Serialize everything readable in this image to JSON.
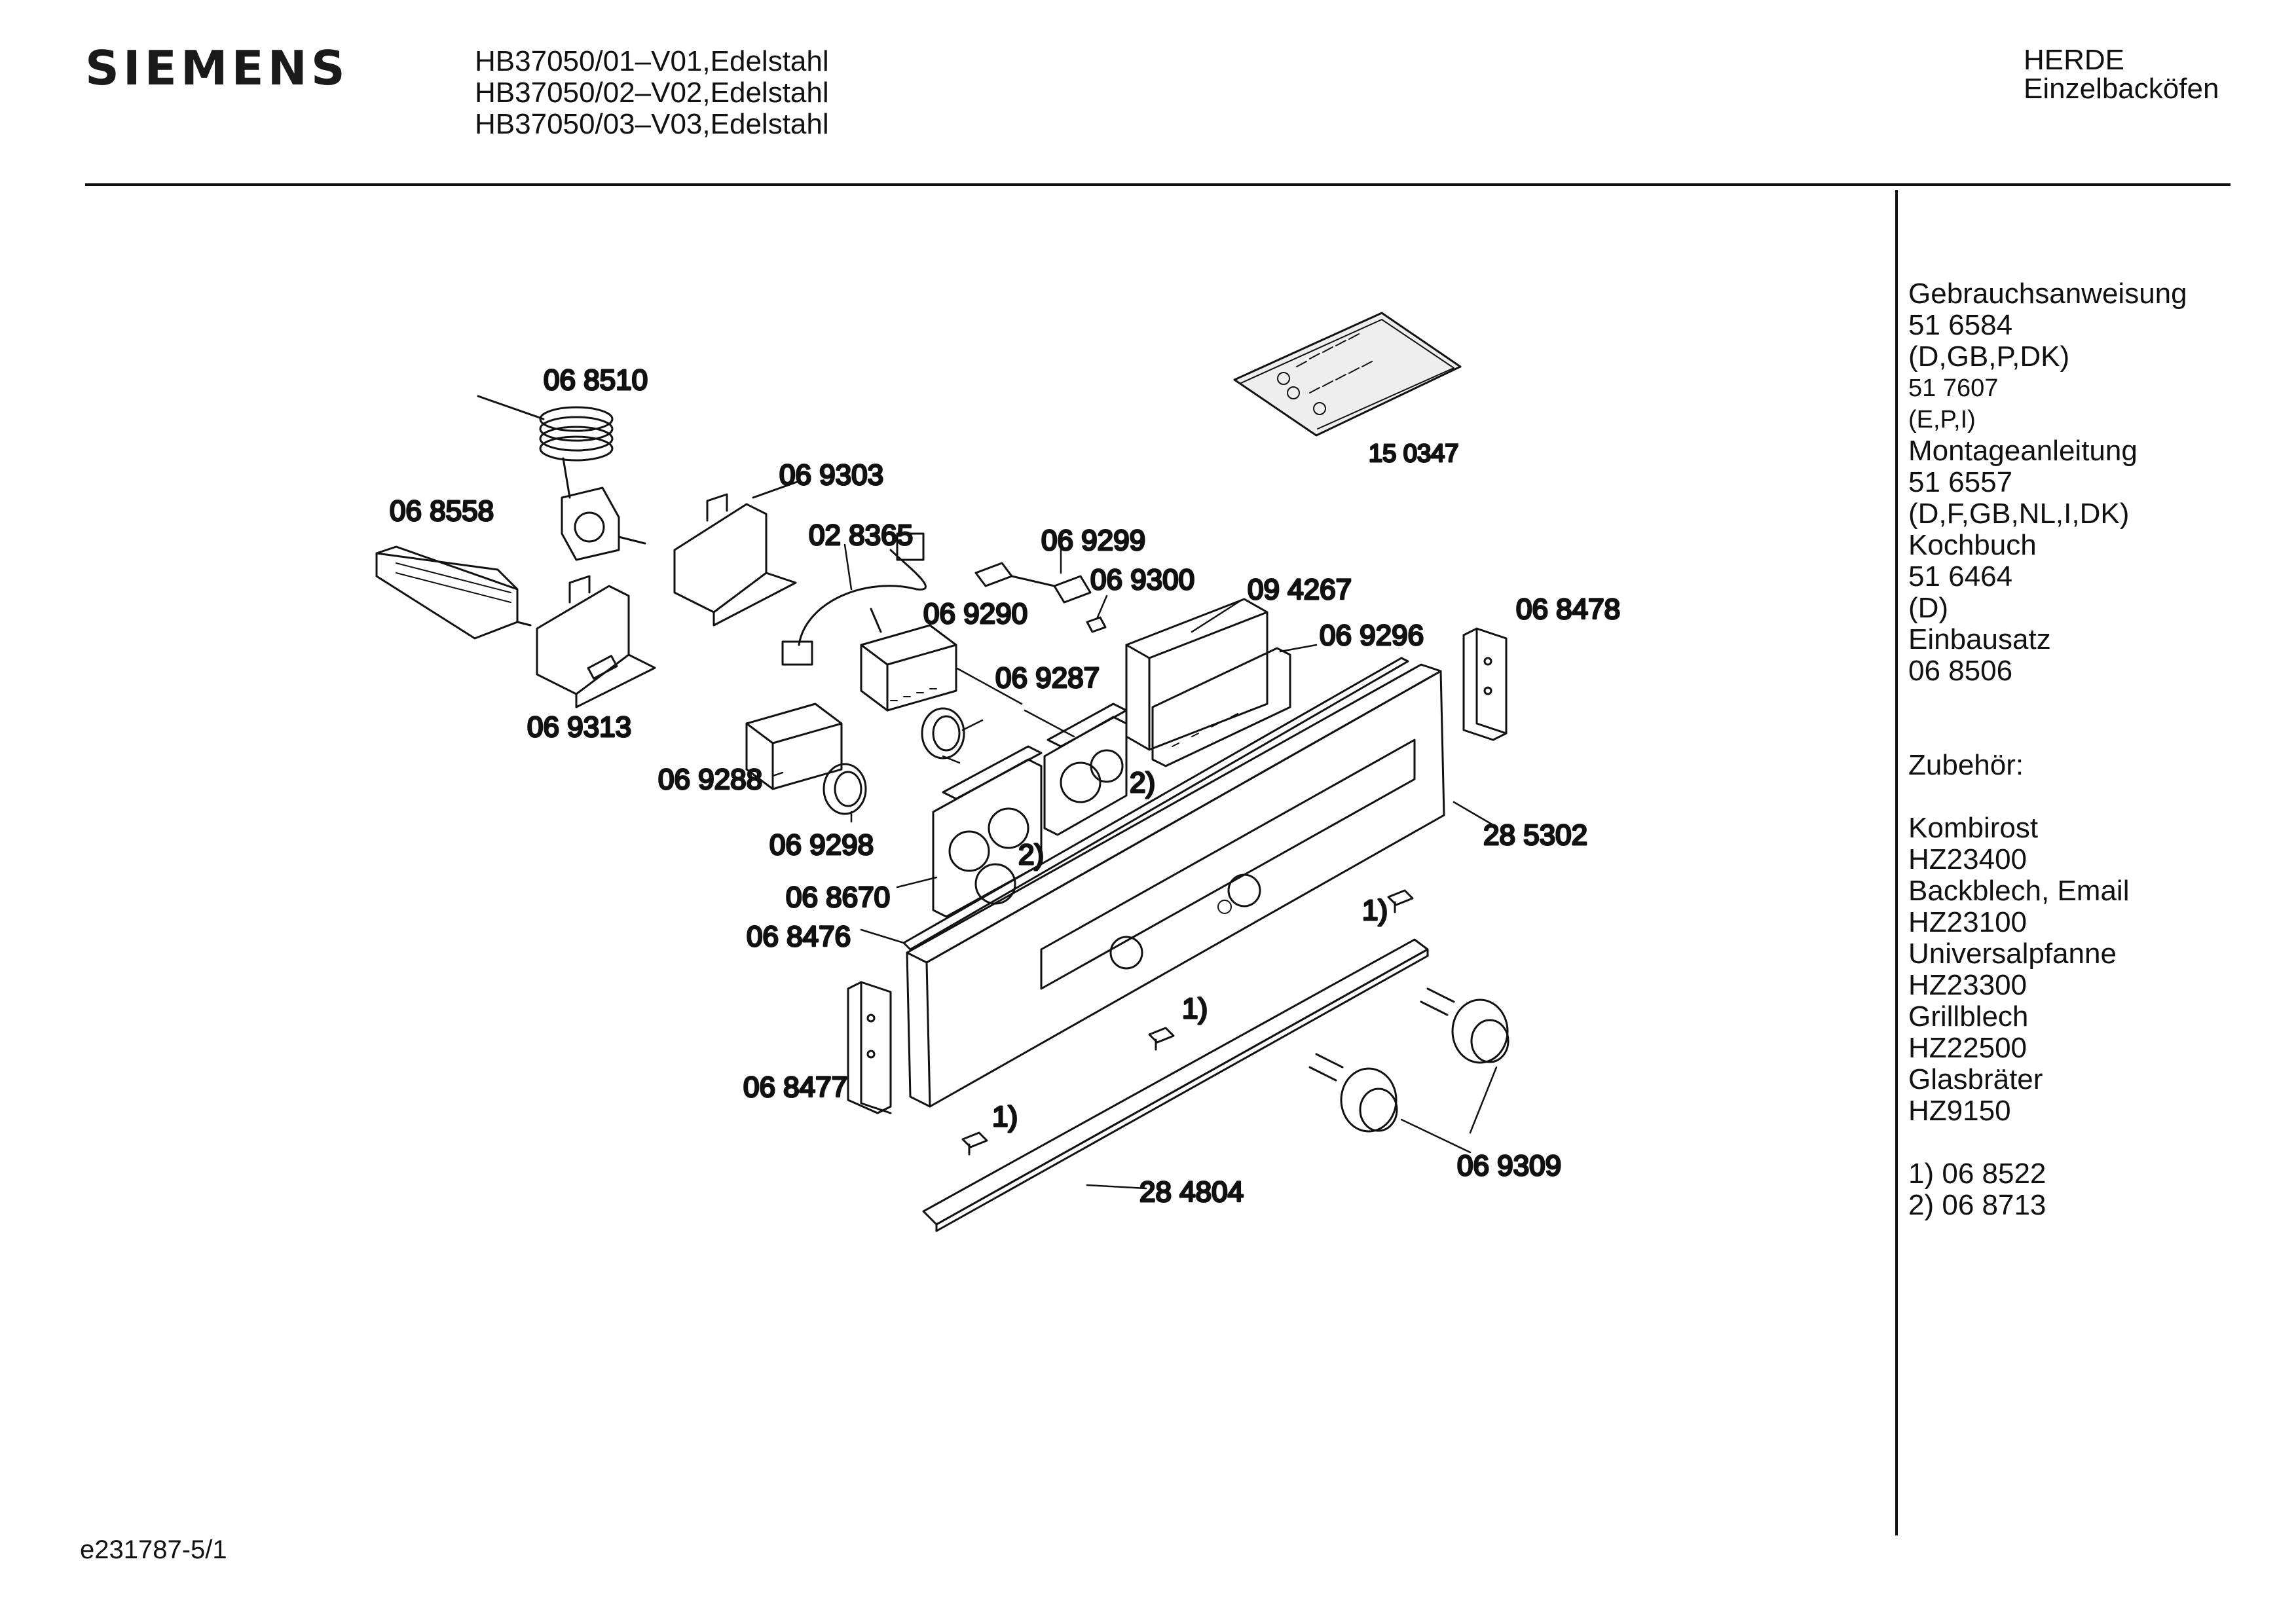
{
  "header": {
    "brand": "SIEMENS",
    "models": [
      "HB37050/01–V01,Edelstahl",
      "HB37050/02–V02,Edelstahl",
      "HB37050/03–V03,Edelstahl"
    ],
    "category_line1": "HERDE",
    "category_line2": "Einzelbacköfen"
  },
  "footer": {
    "doc_id": "e231787-5/1"
  },
  "sidebar": {
    "docs": [
      {
        "title": "Gebrauchsanweisung",
        "number": "51 6584",
        "langs": "(D,GB,P,DK)"
      },
      {
        "number": "51 7607",
        "langs": "(E,P,I)",
        "small": true
      },
      {
        "title": "Montageanleitung",
        "number": "51 6557",
        "langs": "(D,F,GB,NL,I,DK)"
      },
      {
        "title": "Kochbuch",
        "number": "51 6464",
        "langs": "(D)"
      },
      {
        "title": "Einbausatz",
        "number": "06 8506"
      }
    ],
    "accessories_title": "Zubehör:",
    "accessories": [
      {
        "name": "Kombirost",
        "code": "HZ23400"
      },
      {
        "name": "Backblech, Email",
        "code": "HZ23100"
      },
      {
        "name": "Universalpfanne",
        "code": "HZ23300"
      },
      {
        "name": "Grillblech",
        "code": "HZ22500"
      },
      {
        "name": "Glasbräter",
        "code": "HZ9150"
      }
    ],
    "footnotes": [
      "1) 06 8522",
      "2) 06 8713"
    ]
  },
  "parts": {
    "p068510": "06 8510",
    "p069303": "06 9303",
    "p068558": "06 8558",
    "p028365": "02 8365",
    "p069299": "06 9299",
    "p069300": "06 9300",
    "p094267": "09 4267",
    "p068478": "06 8478",
    "p069290": "06 9290",
    "p069296": "06 9296",
    "p069313": "06 9313",
    "p069287": "06 9287",
    "p069288": "06 9288",
    "p069298": "06 9298",
    "p285302": "28 5302",
    "p068670": "06 8670",
    "p068476": "06 8476",
    "p068477": "06 8477",
    "p284804": "28 4804",
    "p069309": "06 9309",
    "p150347": "15 0347",
    "fn1": "1)",
    "fn2": "2)"
  }
}
